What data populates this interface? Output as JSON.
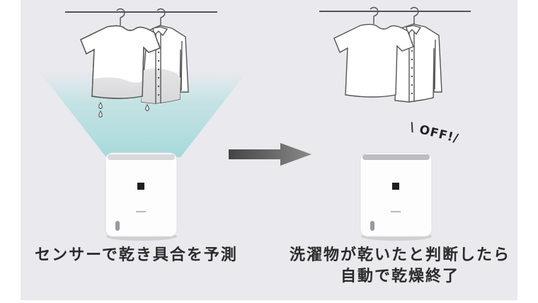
{
  "panel": {
    "background": "#e9e9ee"
  },
  "left_scene": {
    "caption": "センサーで乾き具合を予測",
    "beam_color": "#a8dcdc",
    "illustration": [
      "clothes-rod",
      "hanger",
      "t-shirt-wet",
      "dress-shirt-wet",
      "water-drops",
      "sensor-beam",
      "dehumidifier"
    ]
  },
  "arrow": {
    "icon": "right-arrow-icon",
    "color": "#6a6a6a"
  },
  "right_scene": {
    "badge": "\\ OFF!/",
    "caption_line1": "洗濯物が乾いたと判断したら",
    "caption_line2": "自動で乾燥終了",
    "illustration": [
      "clothes-rod",
      "hanger",
      "t-shirt-dry",
      "dress-shirt-dry",
      "dehumidifier"
    ]
  }
}
